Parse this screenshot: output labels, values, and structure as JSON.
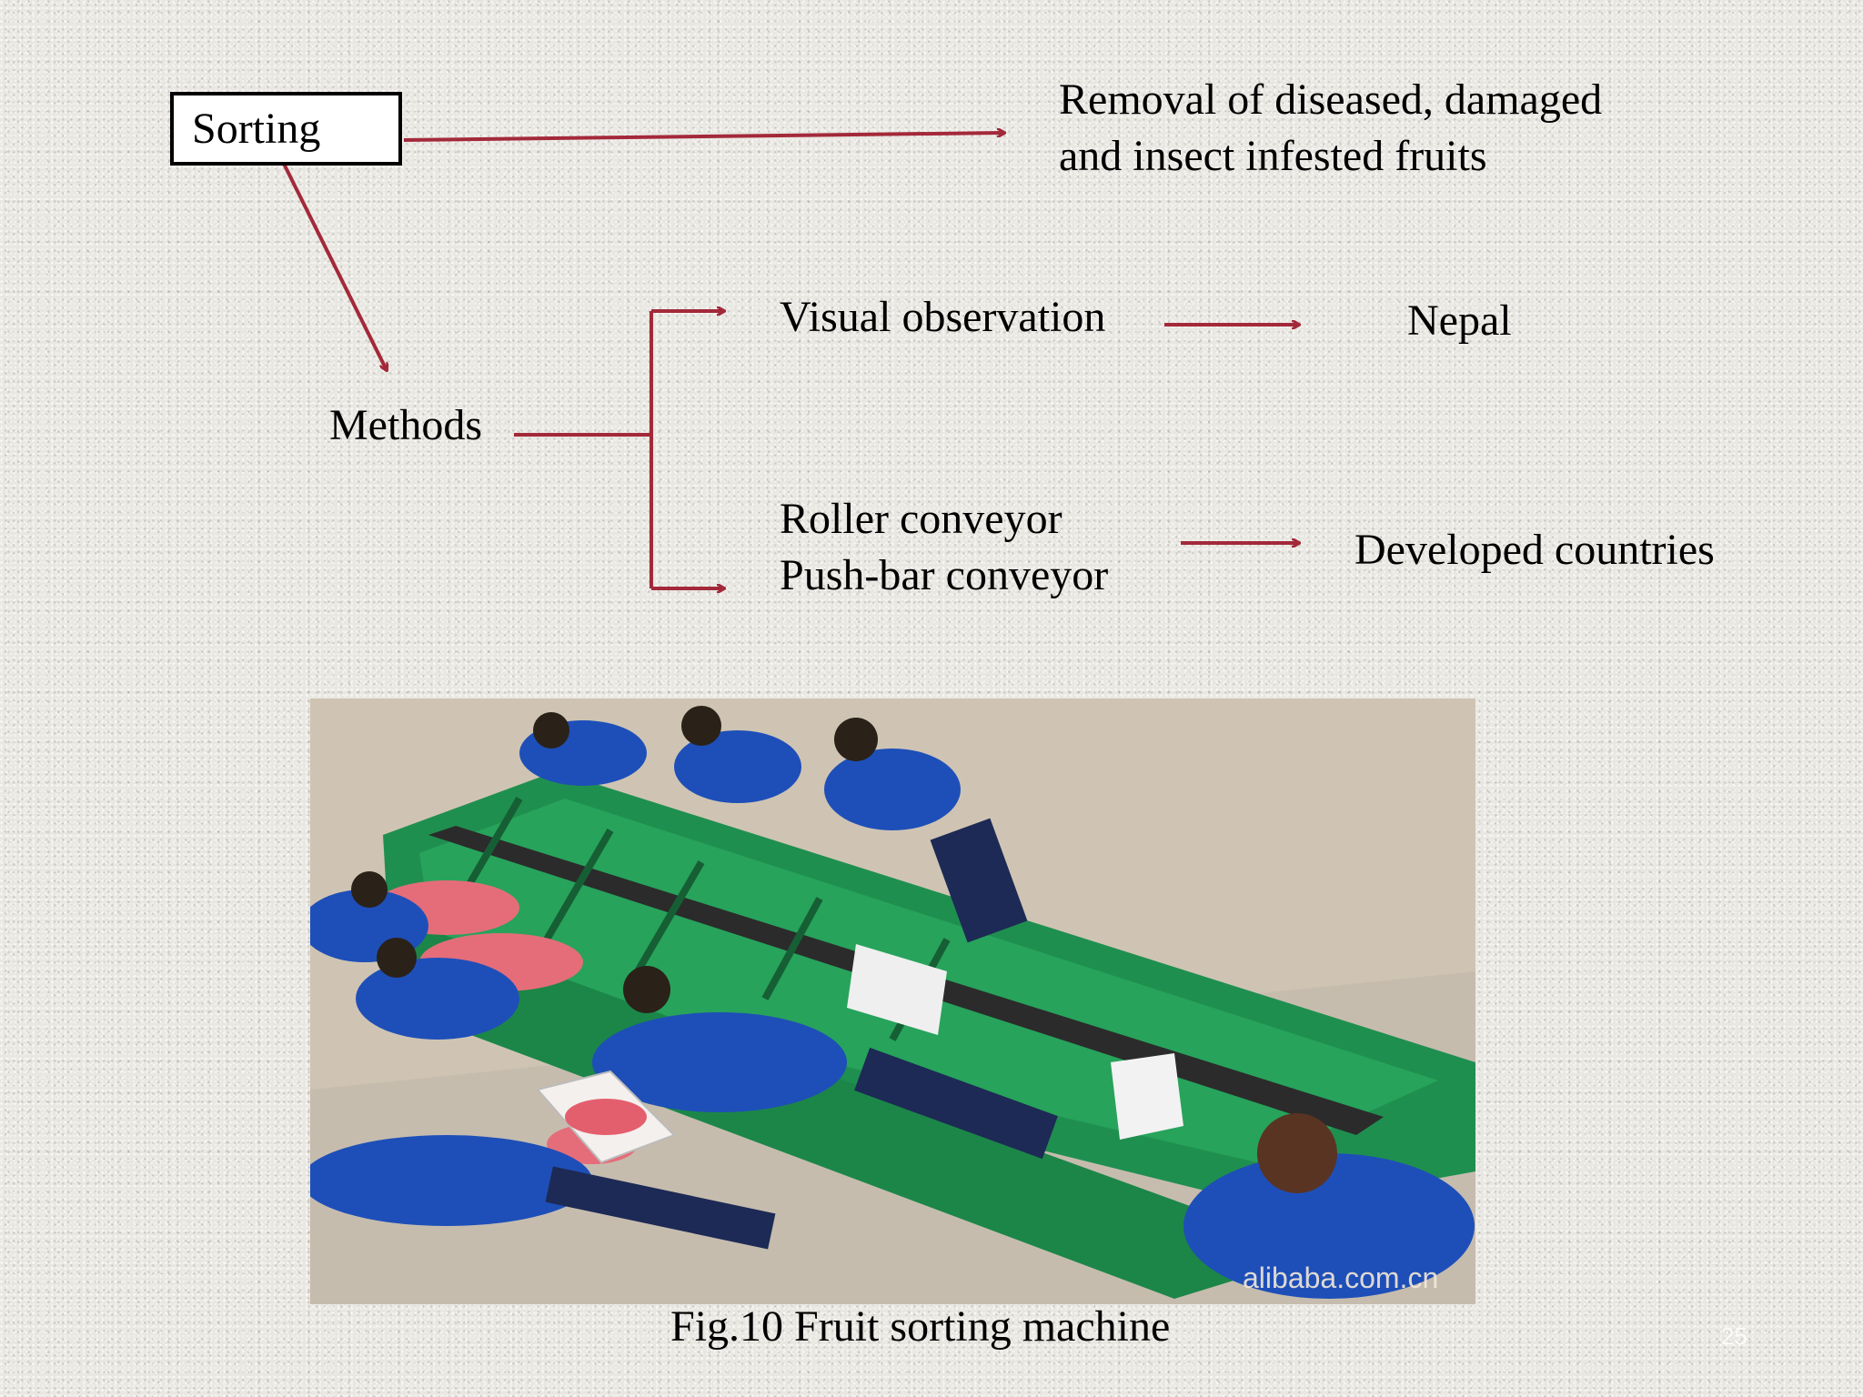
{
  "diagram": {
    "sorting_label": "Sorting",
    "removal_text": [
      "Removal of diseased, damaged",
      "and insect infested fruits"
    ],
    "methods_label": "Methods",
    "visual_observation": "Visual observation",
    "nepal": "Nepal",
    "conveyors": [
      "Roller conveyor",
      "Push-bar conveyor"
    ],
    "developed_countries": "Developed countries",
    "arrow_color": "#a3293a"
  },
  "figure": {
    "caption": "Fig.10 Fruit sorting machine",
    "watermark": "alibaba.com.cn",
    "image_description_icon": "photo-fruit-sorting-machine"
  },
  "page": {
    "number": "25"
  }
}
